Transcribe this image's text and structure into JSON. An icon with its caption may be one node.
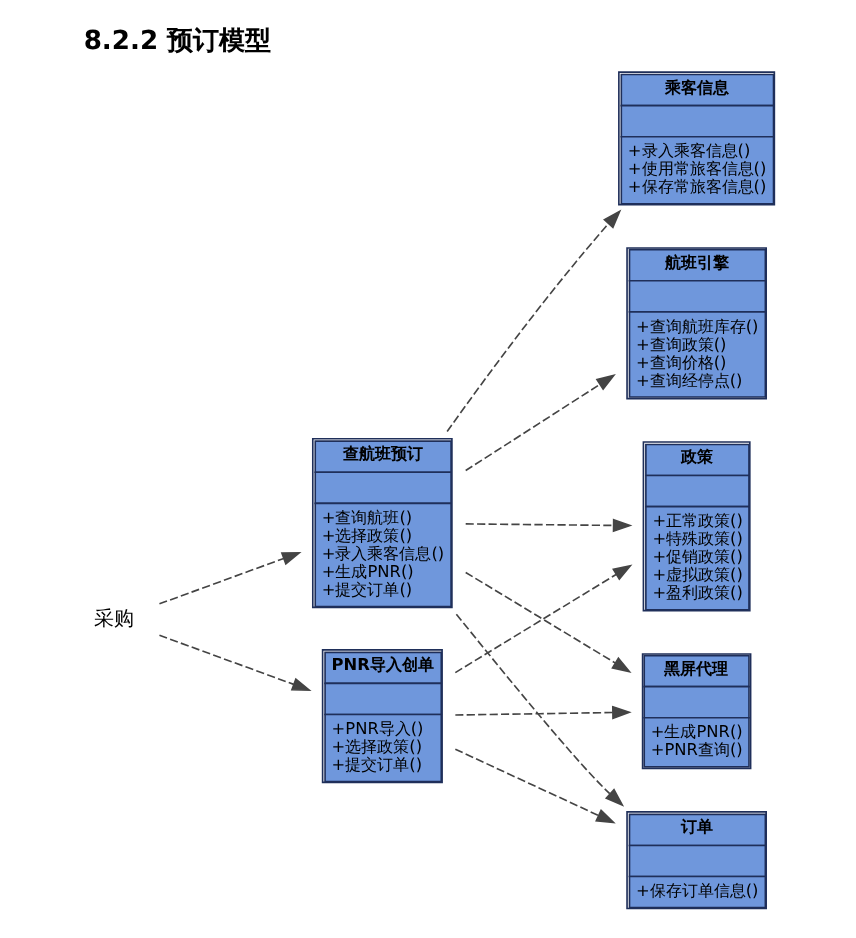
{
  "diagram": {
    "title": "8.2.2 预订模型",
    "nodes": [
      {
        "text": [
          "采购"
        ]
      },
      {
        "text": [
          "查航班预订",
          "+查询航班()",
          "+选择政策()",
          "+录入乘客信息()",
          "+生成PNR()",
          "+提交订单()"
        ]
      },
      {
        "text": [
          "PNR导入创单",
          "+PNR导入()",
          "+选择政策()",
          "+提交订单()"
        ]
      },
      {
        "text": [
          "航班引擎",
          "+查询航班库存()",
          "+查询政策()",
          "+查询价格()",
          "+查询经停点()"
        ]
      },
      {
        "text": [
          "政策",
          "+正常政策()",
          "+特殊政策()",
          "+促销政策()",
          "+虚拟政策()",
          "+盈利政策()"
        ]
      },
      {
        "text": [
          "乘客信息",
          "+录入乘客信息()",
          "+使用常旅客信息()",
          "+保存常旅客信息()"
        ]
      },
      {
        "text": [
          "黑屏代理",
          "+生成PNR()",
          "+PNR查询()"
        ]
      },
      {
        "text": [
          "订单",
          "+保存订单信息()"
        ]
      }
    ],
    "edges": [
      {
        "from": 0,
        "to": 1,
        "arrow": "to",
        "style": "dashed"
      },
      {
        "from": 0,
        "to": 2,
        "arrow": "to",
        "style": "dashed"
      },
      {
        "from": 1,
        "to": 3,
        "arrow": "to",
        "style": "dashed"
      },
      {
        "from": 1,
        "to": 4,
        "arrow": "to",
        "style": "dashed"
      },
      {
        "from": 1,
        "to": 5,
        "arrow": "to",
        "style": "dashed"
      },
      {
        "from": 1,
        "to": 6,
        "arrow": "to",
        "style": "dashed"
      },
      {
        "from": 1,
        "to": 7,
        "arrow": "to",
        "style": "dashed"
      },
      {
        "from": 2,
        "to": 4,
        "arrow": "to",
        "style": "dashed"
      },
      {
        "from": 2,
        "to": 6,
        "arrow": "to",
        "style": "dashed"
      },
      {
        "from": 2,
        "to": 7,
        "arrow": "to",
        "style": "dashed"
      }
    ]
  }
}
